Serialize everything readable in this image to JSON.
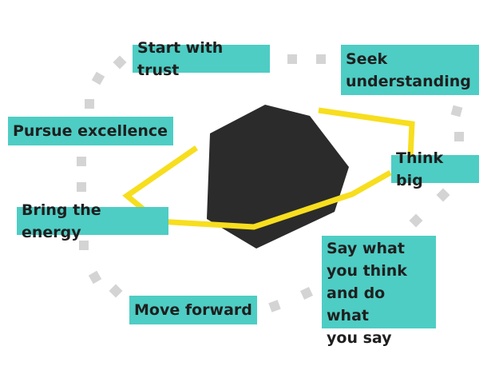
{
  "colors": {
    "label_bg": "#4ecdc4",
    "ring": "#f7de1e",
    "planet": "#2b2b2b",
    "dots": "#d4d4d4",
    "text": "#1f1f1f"
  },
  "labels": {
    "start": "Start with trust",
    "seek": "Seek\nunderstanding",
    "pursue": "Pursue excellence",
    "think": "Think big",
    "energy": "Bring the energy",
    "say": "Say what\nyou think\nand do what\nyou say",
    "move": "Move forward"
  }
}
